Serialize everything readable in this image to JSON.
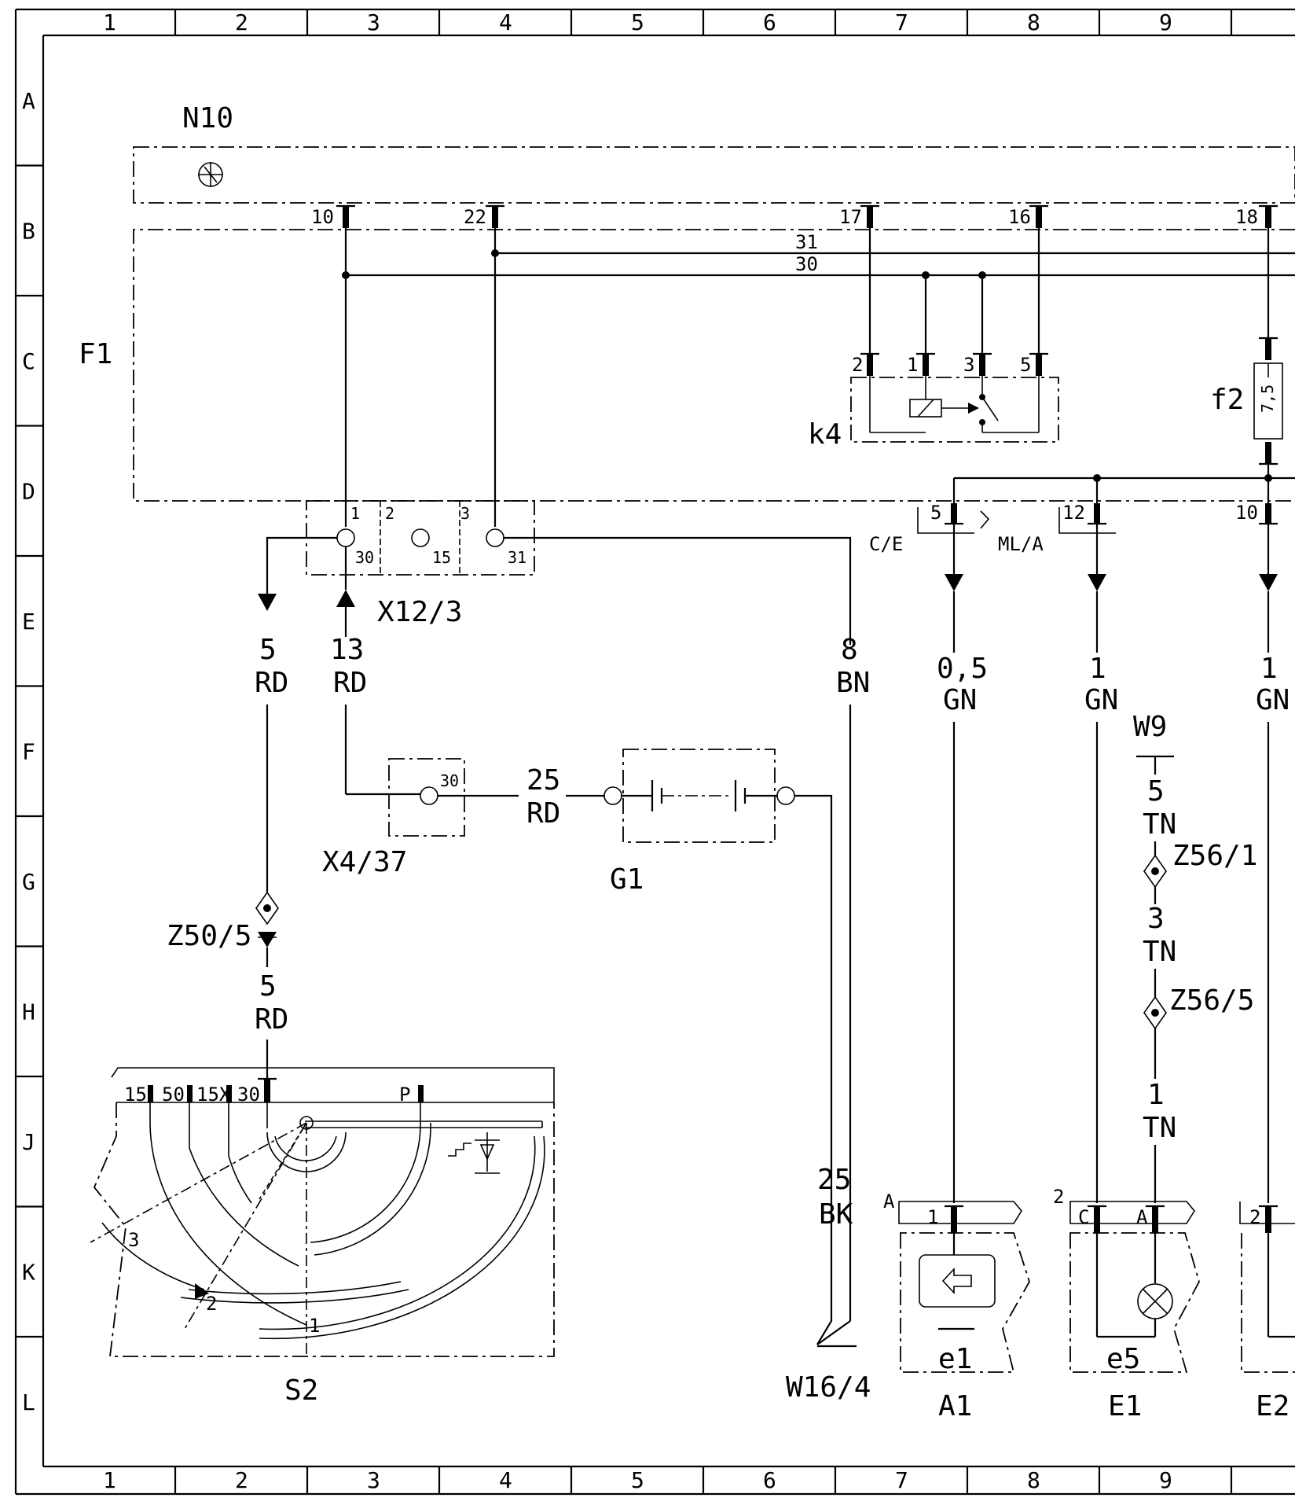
{
  "grid": {
    "columns": [
      "1",
      "2",
      "3",
      "4",
      "5",
      "6",
      "7",
      "8",
      "9"
    ],
    "rows": [
      "A",
      "B",
      "C",
      "D",
      "E",
      "F",
      "G",
      "H",
      "J",
      "K",
      "L"
    ]
  },
  "components": {
    "n10": "N10",
    "f1": "F1",
    "k4": "k4",
    "f2": "f2",
    "f2_rating": "7,5",
    "x12_3": "X12/3",
    "x4_37": "X4/37",
    "g1": "G1",
    "z50_5": "Z50/5",
    "s2": "S2",
    "w16_4": "W16/4",
    "a1": "A1",
    "e1": "E1",
    "e2": "E2",
    "w9": "W9",
    "z56_1": "Z56/1",
    "z56_5": "Z56/5",
    "ce": "C/E",
    "mla": "ML/A",
    "e1_sub": "e1",
    "e5_sub": "e5"
  },
  "terminals": {
    "n10_pins": [
      "10",
      "22",
      "17",
      "16",
      "18"
    ],
    "bus_31": "31",
    "bus_30": "30",
    "k4_pins": [
      "2",
      "1",
      "3",
      "5"
    ],
    "x12_pins": [
      "1",
      "2",
      "3"
    ],
    "x12_terms": [
      "30",
      "15",
      "31"
    ],
    "x4_term": "30",
    "ce_pin": "5",
    "mla_pin": "12",
    "right_pin": "10",
    "s2_pins": [
      "15",
      "50",
      "15X",
      "30",
      "P"
    ],
    "s2_positions": [
      "1",
      "2",
      "3"
    ],
    "a1_conn": "A",
    "a1_pin": "1",
    "e1_conn": "2",
    "e1_pins": [
      "C",
      "A"
    ],
    "e2_pin": "2"
  },
  "wires": {
    "w5rd_a": [
      "5",
      "RD"
    ],
    "w13rd": [
      "13",
      "RD"
    ],
    "w8bn": [
      "8",
      "BN"
    ],
    "w25rd": [
      "25",
      "RD"
    ],
    "w5rd_b": [
      "5",
      "RD"
    ],
    "w25bk": [
      "25",
      "BK"
    ],
    "w05gn": [
      "0,5",
      "GN"
    ],
    "w1gn_a": [
      "1",
      "GN"
    ],
    "w1gn_b": [
      "1",
      "GN"
    ],
    "w5tn": [
      "5",
      "TN"
    ],
    "w3tn": [
      "3",
      "TN"
    ],
    "w1tn": [
      "1",
      "TN"
    ]
  }
}
